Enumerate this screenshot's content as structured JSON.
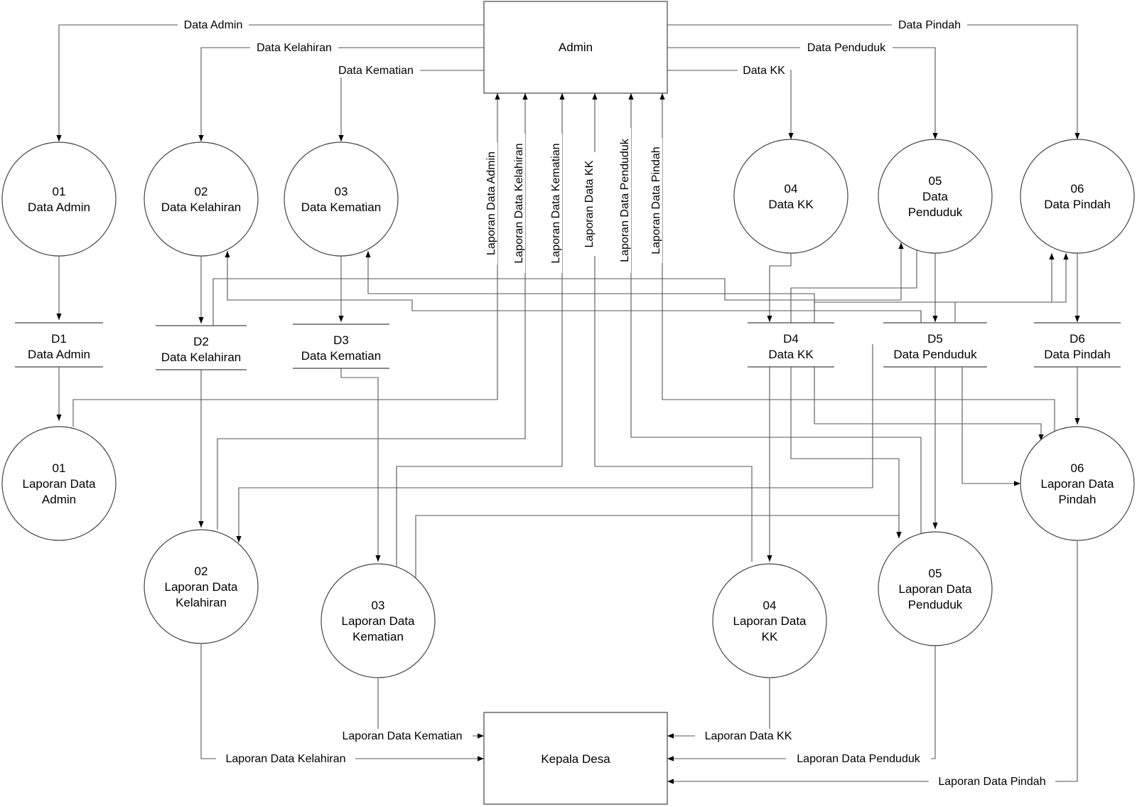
{
  "entities": {
    "admin": "Admin",
    "kepala": "Kepala Desa"
  },
  "processes": [
    {
      "num": "01",
      "lines": [
        "Data Admin"
      ]
    },
    {
      "num": "02",
      "lines": [
        "Data Kelahiran"
      ]
    },
    {
      "num": "03",
      "lines": [
        "Data Kematian"
      ]
    },
    {
      "num": "04",
      "lines": [
        "Data KK"
      ]
    },
    {
      "num": "05",
      "lines": [
        "Data",
        "Penduduk"
      ]
    },
    {
      "num": "06",
      "lines": [
        "Data Pindah"
      ]
    }
  ],
  "reports": [
    {
      "num": "01",
      "lines": [
        "Laporan Data",
        "Admin"
      ]
    },
    {
      "num": "02",
      "lines": [
        "Laporan Data",
        "Kelahiran"
      ]
    },
    {
      "num": "03",
      "lines": [
        "Laporan Data",
        "Kematian"
      ]
    },
    {
      "num": "04",
      "lines": [
        "Laporan Data",
        "KK"
      ]
    },
    {
      "num": "05",
      "lines": [
        "Laporan Data",
        "Penduduk"
      ]
    },
    {
      "num": "06",
      "lines": [
        "Laporan Data",
        "Pindah"
      ]
    }
  ],
  "stores": [
    {
      "id": "D1",
      "name": "Data Admin"
    },
    {
      "id": "D2",
      "name": "Data Kelahiran"
    },
    {
      "id": "D3",
      "name": "Data Kematian"
    },
    {
      "id": "D4",
      "name": "Data KK"
    },
    {
      "id": "D5",
      "name": "Data Penduduk"
    },
    {
      "id": "D6",
      "name": "Data Pindah"
    }
  ],
  "flows": {
    "to_process": [
      "Data Admin",
      "Data Kelahiran",
      "Data Kematian",
      "Data KK",
      "Data Penduduk",
      "Data Pindah"
    ],
    "report_to_admin": [
      "Laporan Data Admin",
      "Laporan Data Kelahiran",
      "Laporan Data Kematian",
      "Laporan Data KK",
      "Laporan Data Penduduk",
      "Laporan Data Pindah"
    ],
    "report_to_kepala": [
      "Laporan Data Kelahiran",
      "Laporan Data Kematian",
      "Laporan Data KK",
      "Laporan Data Penduduk",
      "Laporan Data Pindah"
    ]
  }
}
